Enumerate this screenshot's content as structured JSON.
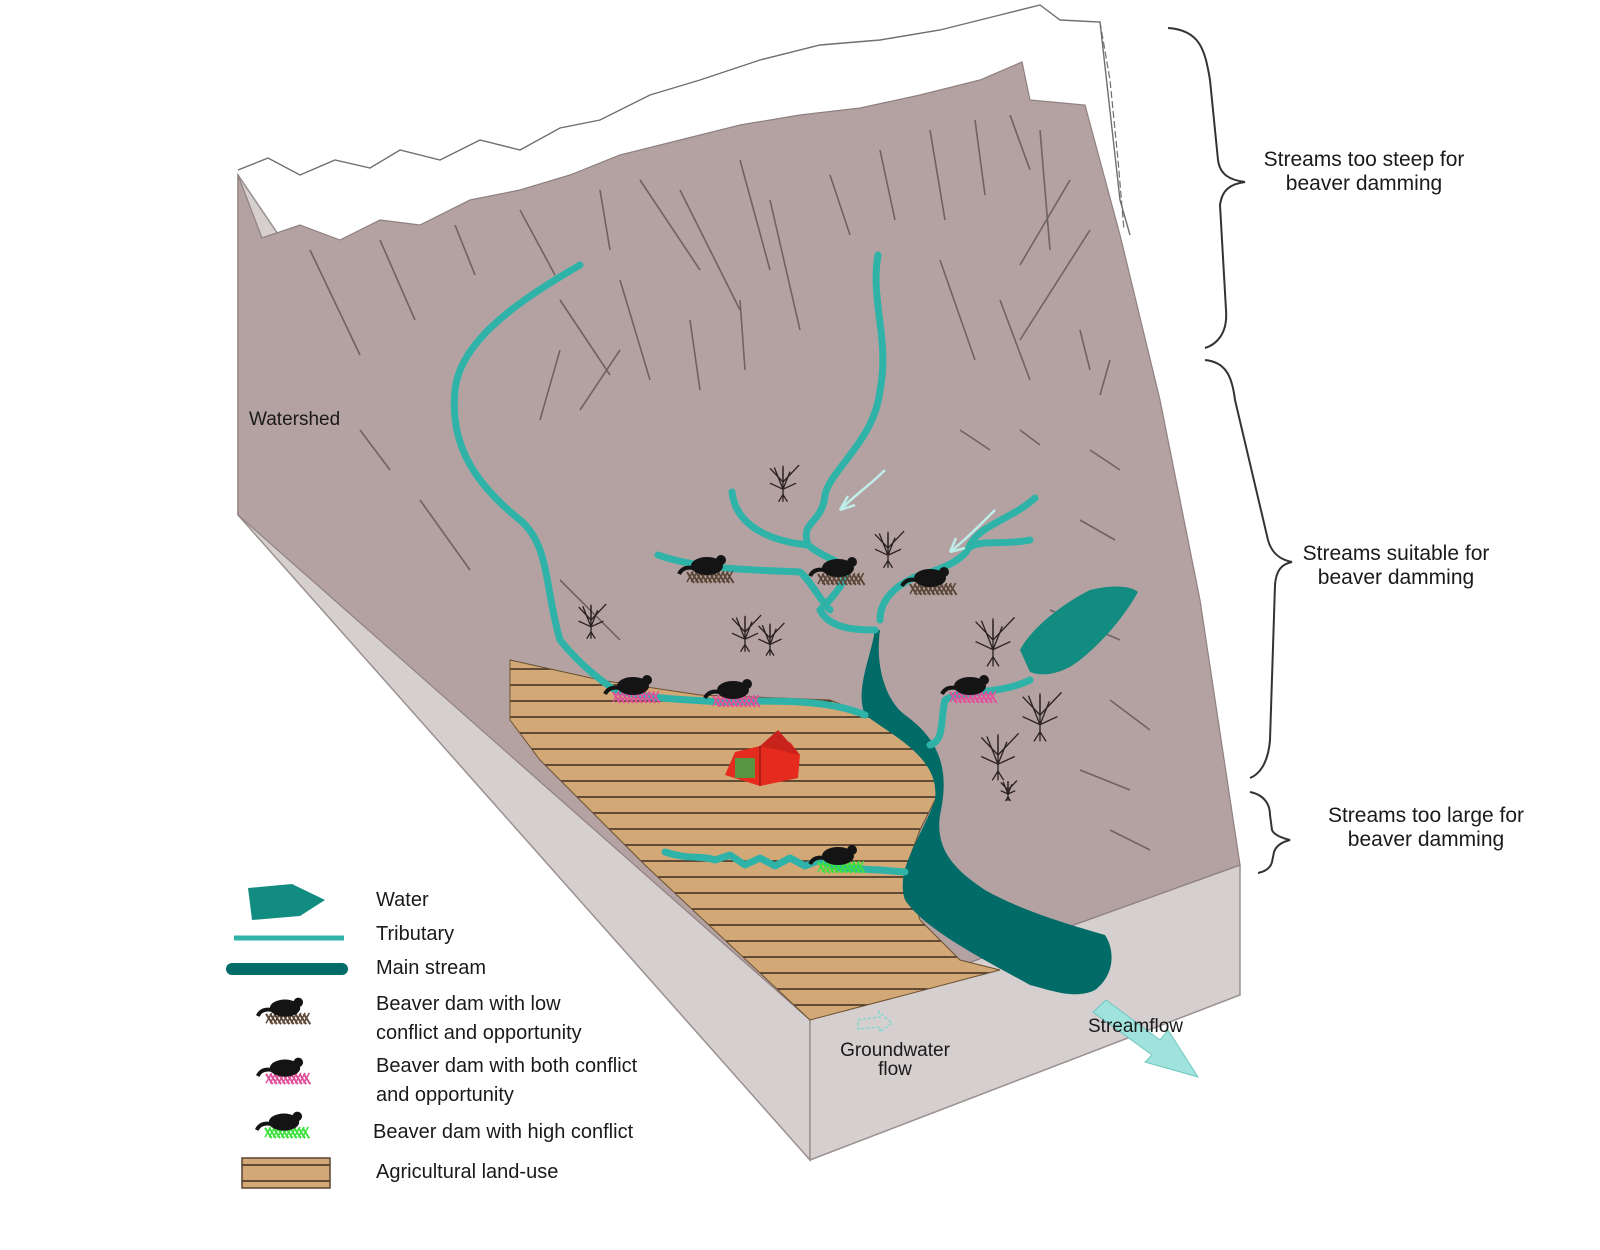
{
  "zones": {
    "steep": {
      "line1": "Streams too steep for",
      "line2": "beaver damming"
    },
    "suitable": {
      "line1": "Streams suitable for",
      "line2": "beaver damming"
    },
    "large": {
      "line1": "Streams too large for",
      "line2": "beaver damming"
    }
  },
  "labels": {
    "watershed": "Watershed",
    "groundwater_line1": "Groundwater",
    "groundwater_line2": "flow",
    "streamflow": "Streamflow"
  },
  "legend": {
    "water": "Water",
    "tributary": "Tributary",
    "main_stream": "Main stream",
    "dam_low_line1": "Beaver dam with low",
    "dam_low_line2": "conflict and opportunity",
    "dam_both_line1": "Beaver dam with both conflict",
    "dam_both_line2": "and opportunity",
    "dam_high": "Beaver dam with high conflict",
    "agri": "Agricultural land-use"
  },
  "colors": {
    "terrain": "#b4a2a2",
    "side_wall": "#d6cfcf",
    "tributary": "#2fb3a8",
    "main_stream": "#006b67",
    "water": "#128c80",
    "agriculture": "#d3a877",
    "dam_low": "#5a4636",
    "dam_both": "#e0509a",
    "dam_high": "#3de03d",
    "house": "#e52b1e",
    "flow_arrow": "#9fe3dc"
  }
}
